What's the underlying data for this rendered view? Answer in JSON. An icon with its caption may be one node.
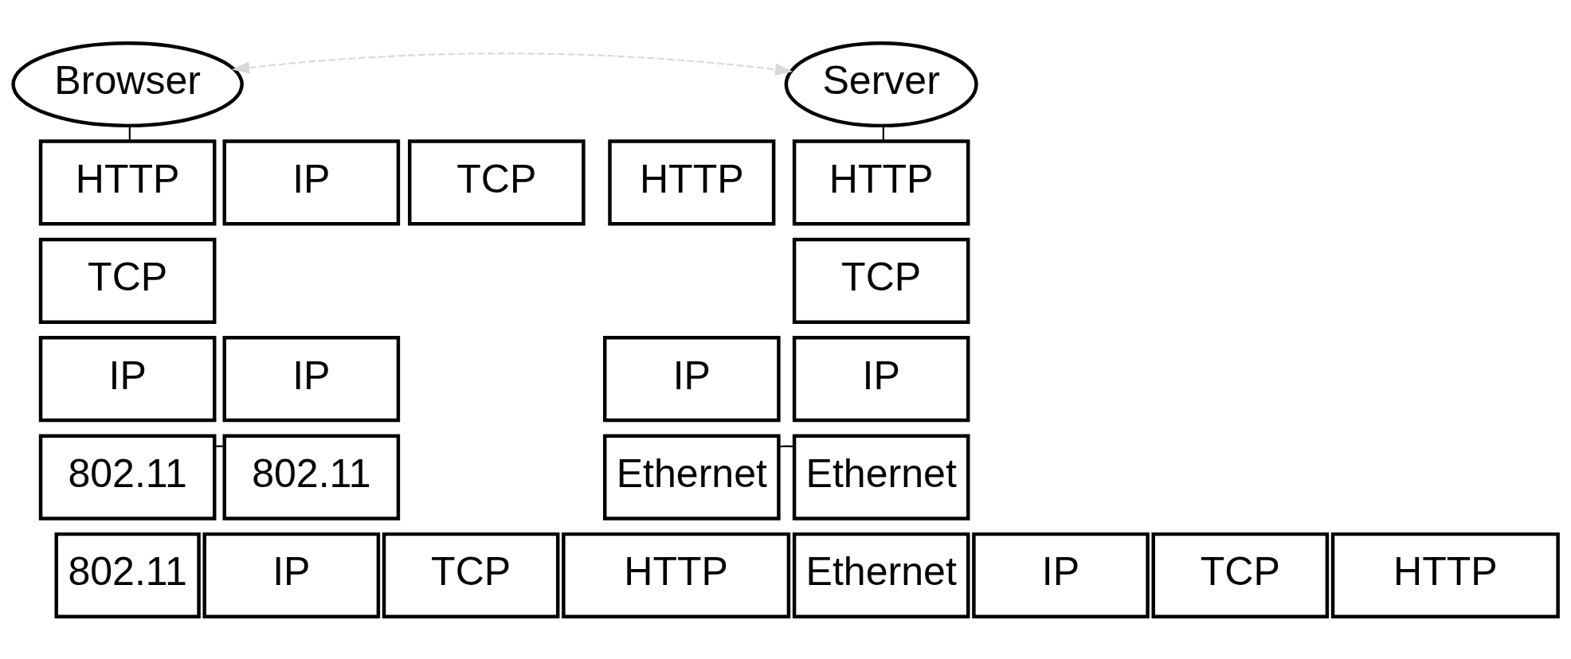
{
  "diagram": {
    "nodes": [
      {
        "text": [
          "Browser"
        ]
      },
      {
        "text": [
          "HTTP"
        ]
      },
      {
        "text": [
          "TCP"
        ]
      },
      {
        "text": [
          "IP"
        ]
      },
      {
        "text": [
          "802.11"
        ]
      },
      {
        "text": [
          "IP"
        ]
      },
      {
        "text": [
          "TCP"
        ]
      },
      {
        "text": [
          "HTTP"
        ]
      },
      {
        "text": [
          "IP"
        ]
      },
      {
        "text": [
          "802.11"
        ]
      },
      {
        "text": [
          "IP"
        ]
      },
      {
        "text": [
          "Ethernet"
        ]
      },
      {
        "text": [
          "Server"
        ]
      },
      {
        "text": [
          "HTTP"
        ]
      },
      {
        "text": [
          "TCP"
        ]
      },
      {
        "text": [
          "IP"
        ]
      },
      {
        "text": [
          "Ethernet"
        ]
      },
      {
        "text": [
          "802.11"
        ]
      },
      {
        "text": [
          "IP"
        ]
      },
      {
        "text": [
          "TCP"
        ]
      },
      {
        "text": [
          "HTTP"
        ]
      },
      {
        "text": [
          "Ethernet"
        ]
      },
      {
        "text": [
          "IP"
        ]
      },
      {
        "text": [
          "TCP"
        ]
      },
      {
        "text": [
          "HTTP"
        ]
      }
    ],
    "edges": [
      {
        "from": 0,
        "to": 12,
        "arrow": "both",
        "style": "dashed",
        "color": "#d9d9d9"
      },
      {
        "from": 0,
        "to": 1,
        "arrow": "none"
      },
      {
        "from": 12,
        "to": 13,
        "arrow": "none"
      },
      {
        "from": 4,
        "to": 9,
        "arrow": "none"
      },
      {
        "from": 11,
        "to": 16,
        "arrow": "none"
      }
    ]
  }
}
